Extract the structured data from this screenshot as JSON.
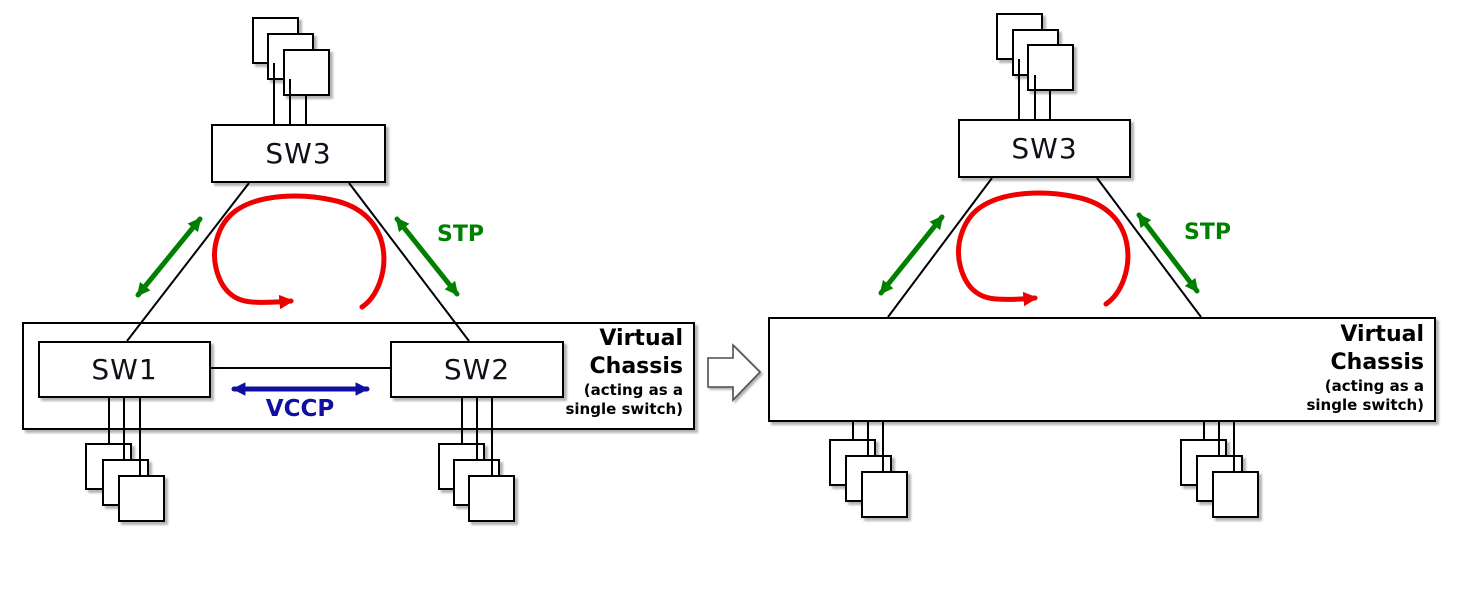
{
  "left_diagram": {
    "sw3_label": "SW3",
    "sw1_label": "SW1",
    "sw2_label": "SW2",
    "stp_label": "STP",
    "vccp_label": "VCCP",
    "chassis": {
      "title_line1": "Virtual",
      "title_line2": "Chassis",
      "subtitle_line1": "(acting as a",
      "subtitle_line2": "single switch)"
    }
  },
  "right_diagram": {
    "sw3_label": "SW3",
    "stp_label": "STP",
    "chassis": {
      "title_line1": "Virtual",
      "title_line2": "Chassis",
      "subtitle_line1": "(acting as a",
      "subtitle_line2": "single switch)"
    }
  },
  "icons": {
    "transform_arrow": "hollow right block arrow",
    "loop_arrow": "red traffic loop arrow",
    "stp_link": "green double-headed arrow",
    "vccp_link": "blue double-headed arrow",
    "host": "end-host square"
  },
  "colors": {
    "line_black": "#000000",
    "stp_green": "#008000",
    "vccp_blue": "#1010a0",
    "loop_red": "#ee0000",
    "box_fill": "#ffffff",
    "shadow_gray": "#787878",
    "transform_arrow_outline": "#4d4d4d"
  }
}
